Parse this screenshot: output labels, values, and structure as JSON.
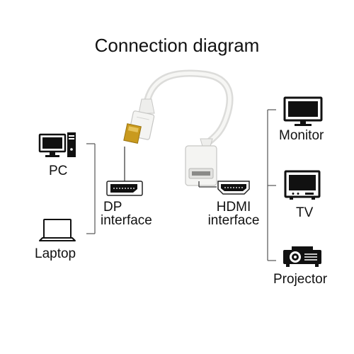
{
  "title": "Connection diagram",
  "sources": {
    "pc": {
      "label": "PC",
      "icon": "desktop-pc-icon"
    },
    "laptop": {
      "label": "Laptop",
      "icon": "laptop-icon"
    }
  },
  "ports": {
    "dp": {
      "line1": "DP",
      "line2": "interface",
      "icon": "displayport-icon"
    },
    "hdmi": {
      "line1": "HDMI",
      "line2": "interface",
      "icon": "hdmi-port-icon"
    }
  },
  "displays": {
    "monitor": {
      "label": "Monitor",
      "icon": "monitor-icon"
    },
    "tv": {
      "label": "TV",
      "icon": "tv-icon"
    },
    "projector": {
      "label": "Projector",
      "icon": "projector-icon"
    }
  },
  "adapter": {
    "name": "displayport-to-hdmi-adapter",
    "color": "#f2f2f0",
    "connector_color": "#d4a020"
  },
  "colors": {
    "line": "#555555",
    "icon": "#111111"
  }
}
